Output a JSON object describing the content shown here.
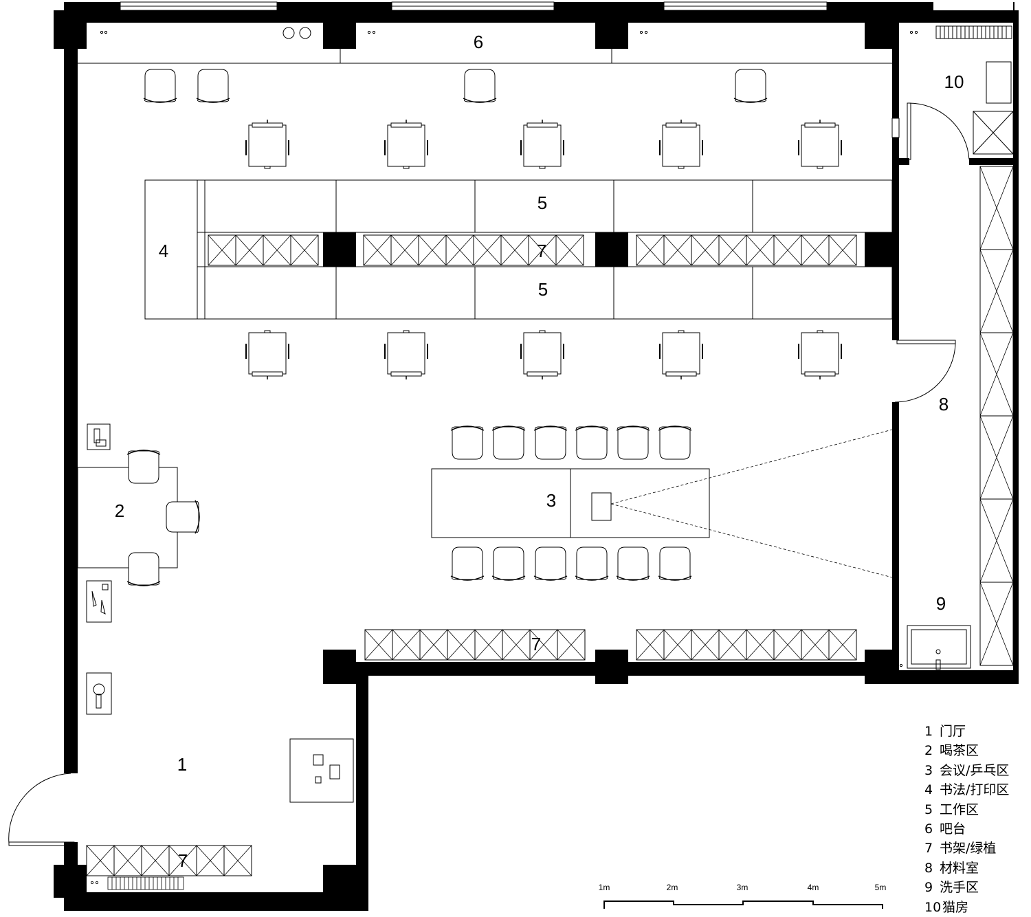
{
  "room_labels": {
    "lobby": "1",
    "tea_area": "2",
    "meeting": "3",
    "calligraphy": "4",
    "work_top": "5",
    "work_bottom": "5",
    "bar": "6",
    "shelf_mid": "7",
    "shelf_bottom": "7",
    "shelf_lobby": "7",
    "material": "8",
    "wash": "9",
    "cat": "10"
  },
  "legend": [
    {
      "num": "1",
      "text": "门厅"
    },
    {
      "num": "2",
      "text": "喝茶区"
    },
    {
      "num": "3",
      "text": "会议/乒乓区"
    },
    {
      "num": "4",
      "text": "书法/打印区"
    },
    {
      "num": "5",
      "text": "工作区"
    },
    {
      "num": "6",
      "text": "吧台"
    },
    {
      "num": "7",
      "text": "书架/绿植"
    },
    {
      "num": "8",
      "text": "材料室"
    },
    {
      "num": "9",
      "text": "洗手区"
    },
    {
      "num": "10",
      "text": "猫房"
    }
  ],
  "scale_bar": [
    "1m",
    "2m",
    "3m",
    "4m",
    "5m"
  ]
}
